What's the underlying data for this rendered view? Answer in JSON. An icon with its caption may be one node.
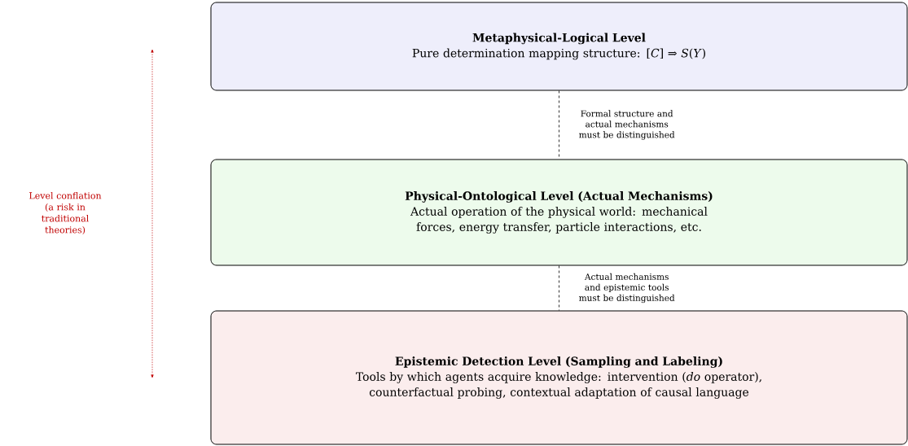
{
  "diagram": {
    "nodes": [
      {
        "text": [
          "Metaphysical-Logical Level",
          "Pure determination mapping structure: [*C*] ⇒ *S*(*Y*)"
        ]
      },
      {
        "text": [
          "Physical-Ontological Level (Actual Mechanisms)",
          "Actual operation of the physical world: mechanical forces, energy transfer, particle interactions, etc."
        ]
      },
      {
        "text": [
          "Epistemic Detection Level (Sampling and Labeling)",
          "Tools by which agents acquire knowledge: intervention (*do* operator), counterfactual probing, contextual adaptation of causal language"
        ]
      }
    ],
    "edges": [
      {
        "from": 0,
        "to": 1,
        "arrow": "none",
        "style": "dashed",
        "label": "Formal structure and actual mechanisms must be distinguished"
      },
      {
        "from": 1,
        "to": 2,
        "arrow": "none",
        "style": "dashed",
        "label": "Actual mechanisms and epistemic tools must be distinguished"
      }
    ],
    "labels": [
      "Level conflation (a risk in traditional theories)"
    ]
  }
}
